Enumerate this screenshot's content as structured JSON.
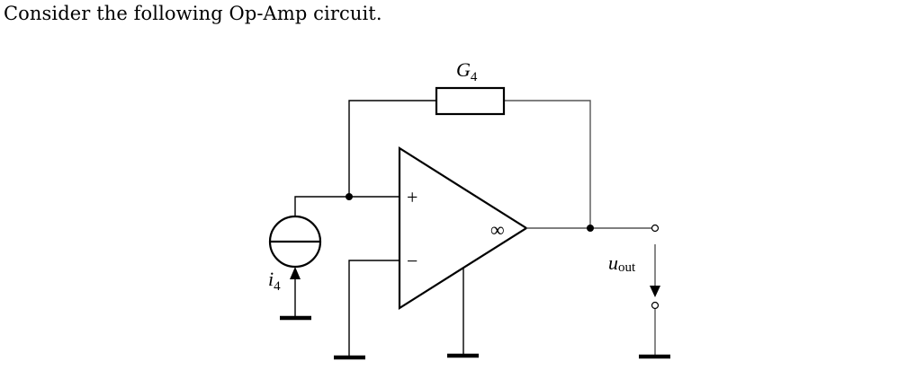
{
  "prompt": "Consider the following Op-Amp circuit.",
  "circuit": {
    "resistor": {
      "name": "G",
      "subscript": "4"
    },
    "current_source": {
      "name": "i",
      "subscript": "4"
    },
    "opamp": {
      "plus": "+",
      "minus": "−",
      "gain": "∞"
    },
    "output_voltage": {
      "name": "u",
      "subscript": "out"
    }
  }
}
